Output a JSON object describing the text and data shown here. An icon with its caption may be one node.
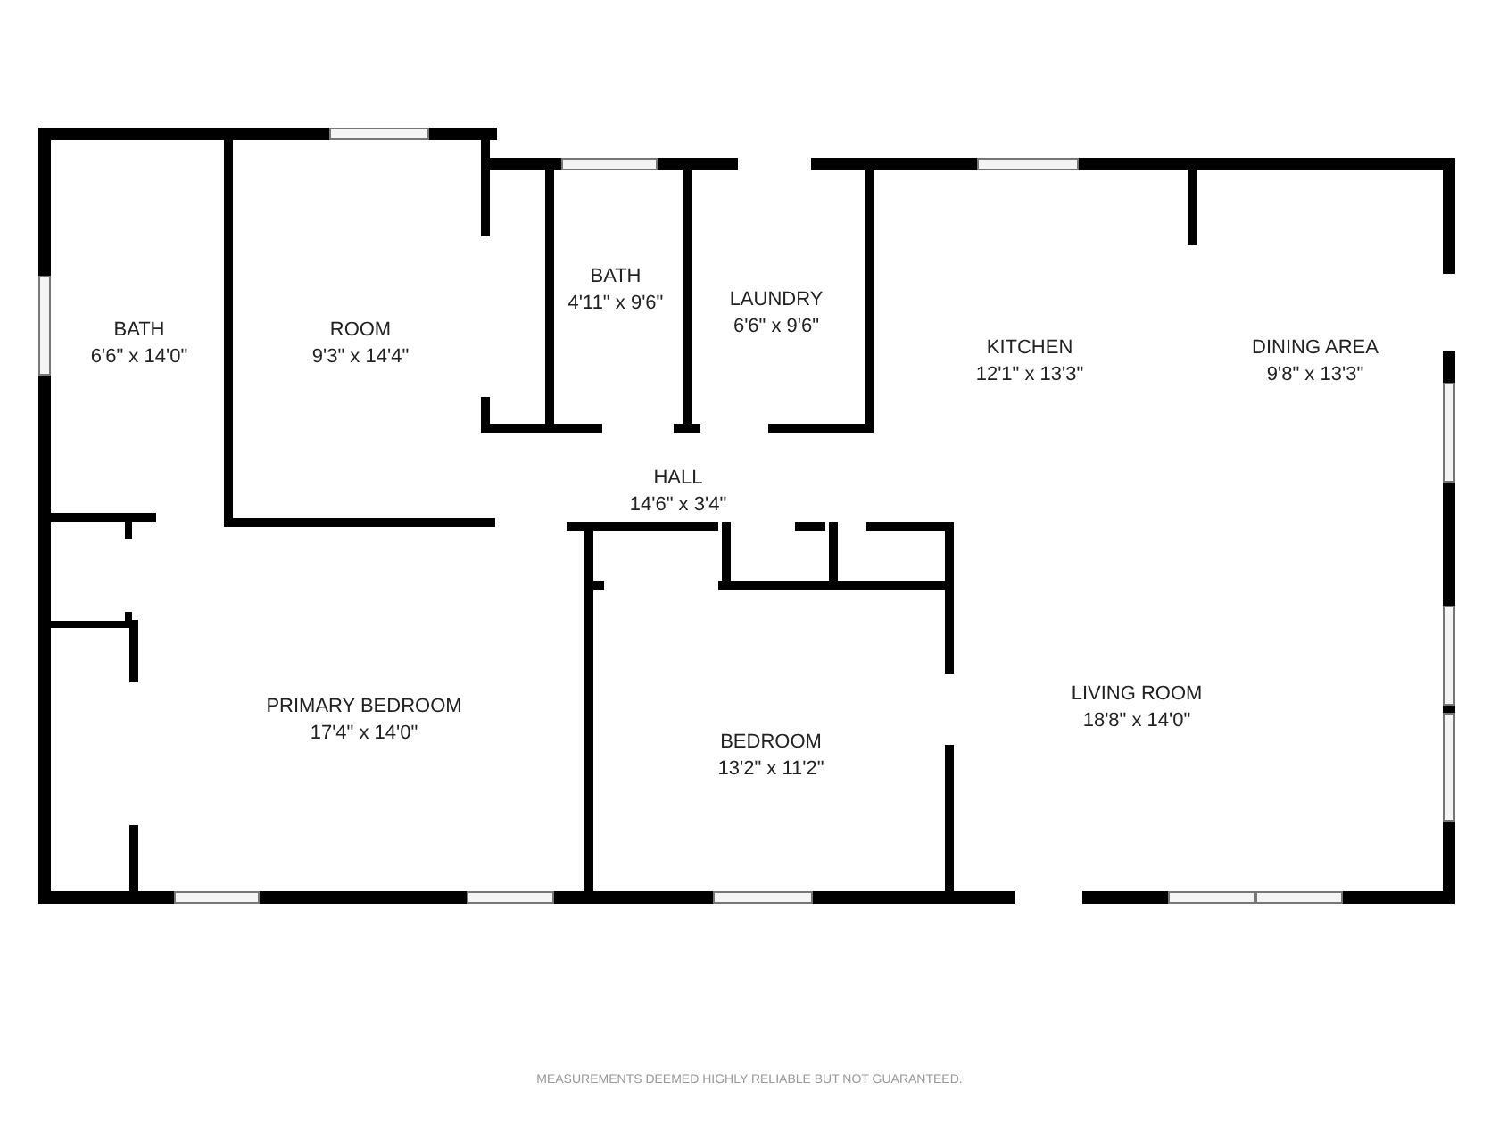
{
  "diagram": {
    "nodes": [
      {
        "text": [
          "BATH",
          "6'6\" x 14'0\""
        ]
      },
      {
        "text": [
          "ROOM",
          "9'3\" x 14'4\""
        ]
      },
      {
        "text": [
          "BATH",
          "4'11\" x 9'6\""
        ]
      },
      {
        "text": [
          "LAUNDRY",
          "6'6\" x 9'6\""
        ]
      },
      {
        "text": [
          "KITCHEN",
          "12'1\" x 13'3\""
        ]
      },
      {
        "text": [
          "DINING AREA",
          "9'8\" x 13'3\""
        ]
      },
      {
        "text": [
          "HALL",
          "14'6\" x 3'4\""
        ]
      },
      {
        "text": [
          "PRIMARY BEDROOM",
          "17'4\" x 14'0\""
        ]
      },
      {
        "text": [
          "BEDROOM",
          "13'2\" x 11'2\""
        ]
      },
      {
        "text": [
          "LIVING ROOM",
          "18'8\" x 14'0\""
        ]
      }
    ],
    "labels": [
      "MEASUREMENTS DEEMED HIGHLY RELIABLE BUT NOT GUARANTEED."
    ]
  }
}
